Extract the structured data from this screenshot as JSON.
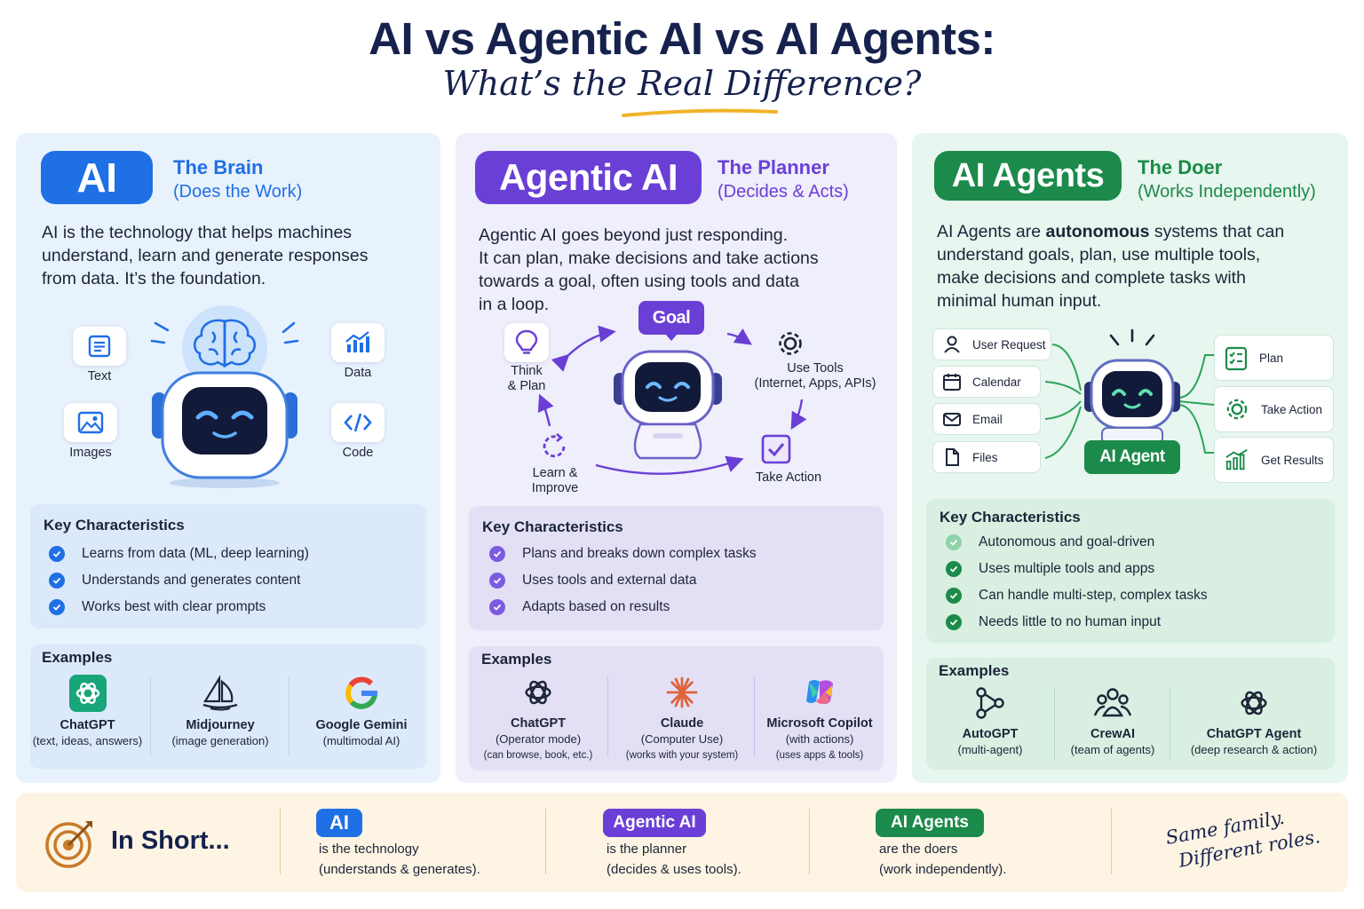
{
  "header": {
    "title": "AI vs Agentic AI vs AI Agents:",
    "subtitle": "What’s the Real Difference?"
  },
  "colors": {
    "ai": "#1f6fe5",
    "agentic": "#6a3fd6",
    "agents": "#1c8a4a",
    "navy": "#16224d",
    "accent": "#f0b429"
  },
  "ai": {
    "pill": "AI",
    "role": "The Brain",
    "role_sub": "(Does the Work)",
    "desc": [
      "AI is the technology that helps machines",
      "understand, learn and generate responses",
      "from data. It’s the foundation."
    ],
    "icons": [
      {
        "label": "Text",
        "icon": "text-doc-icon"
      },
      {
        "label": "Data",
        "icon": "chart-icon"
      },
      {
        "label": "Images",
        "icon": "image-icon"
      },
      {
        "label": "Code",
        "icon": "code-icon"
      }
    ],
    "key_title": "Key Characteristics",
    "key": [
      "Learns from data (ML, deep learning)",
      "Understands and generates content",
      "Works best with clear prompts"
    ],
    "examples_title": "Examples",
    "examples": [
      {
        "name": "ChatGPT",
        "note": "(text, ideas, answers)"
      },
      {
        "name": "Midjourney",
        "note": "(image generation)"
      },
      {
        "name": "Google Gemini",
        "note": "(multimodal AI)"
      }
    ]
  },
  "agentic": {
    "pill": "Agentic AI",
    "role": "The Planner",
    "role_sub": "(Decides & Acts)",
    "desc": [
      "Agentic AI goes beyond just responding.",
      "It can plan, make decisions and take actions",
      "towards a goal, often using tools and data",
      "in a loop."
    ],
    "goal": "Goal",
    "loop": {
      "think": [
        "Think",
        "& Plan"
      ],
      "tools": [
        "Use Tools",
        "(Internet, Apps, APIs)"
      ],
      "learn": [
        "Learn &",
        "Improve"
      ],
      "action": "Take Action"
    },
    "key_title": "Key Characteristics",
    "key": [
      "Plans and breaks down complex tasks",
      "Uses tools and external data",
      "Adapts based on results"
    ],
    "examples_title": "Examples",
    "examples": [
      {
        "name": "ChatGPT",
        "note": "(Operator mode)",
        "note2": "(can browse, book, etc.)"
      },
      {
        "name": "Claude",
        "note": "(Computer Use)",
        "note2": "(works with your system)"
      },
      {
        "name": "Microsoft Copilot",
        "note": "(with actions)",
        "note2": "(uses apps & tools)"
      }
    ]
  },
  "agents": {
    "pill": "AI Agents",
    "role": "The Doer",
    "role_sub": "(Works Independently)",
    "desc_line1_pre": "AI Agents are ",
    "desc_line1_bold": "autonomous",
    "desc_line1_post": " systems that can",
    "desc": [
      "understand goals, plan, use multiple tools,",
      "make decisions and complete tasks with",
      "minimal human input."
    ],
    "inputs": [
      "User Request",
      "Calendar",
      "Email",
      "Files"
    ],
    "center": "AI Agent",
    "outputs": [
      "Plan",
      "Take Action",
      "Get Results"
    ],
    "key_title": "Key Characteristics",
    "key": [
      "Autonomous and goal-driven",
      "Uses multiple tools and apps",
      "Can handle multi-step, complex tasks",
      "Needs little to no human input"
    ],
    "examples_title": "Examples",
    "examples": [
      {
        "name": "AutoGPT",
        "note": "(multi-agent)"
      },
      {
        "name": "CrewAI",
        "note": "(team of agents)"
      },
      {
        "name": "ChatGPT Agent",
        "note": "(deep research & action)"
      }
    ]
  },
  "short": {
    "title": "In Short...",
    "items": [
      {
        "pill": "AI",
        "line1": "is the technology",
        "line2": "(understands & generates)."
      },
      {
        "pill": "Agentic AI",
        "line1": "is the planner",
        "line2": "(decides & uses tools)."
      },
      {
        "pill": "AI Agents",
        "line1": "are the doers",
        "line2": "(work independently)."
      }
    ],
    "tagline": [
      "Same family.",
      "Different roles."
    ]
  }
}
